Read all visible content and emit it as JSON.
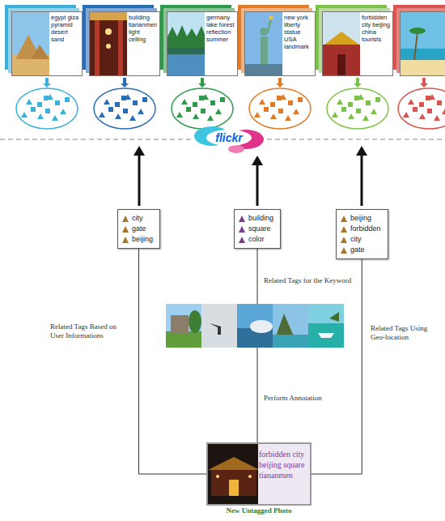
{
  "diagram": {
    "nodes": [
      {
        "text": [
          "egypt giza pyramid desert sand"
        ]
      },
      {
        "text": [
          "building tiananmen light ceiling"
        ]
      },
      {
        "text": [
          "germany lake forest reflection summer"
        ]
      },
      {
        "text": [
          "new york liberty statue USA landmark"
        ]
      },
      {
        "text": [
          "forbidden city beijing china tourists"
        ]
      },
      {
        "text": [
          "city",
          "gate",
          "beijing"
        ]
      },
      {
        "text": [
          "building",
          "square",
          "color"
        ]
      },
      {
        "text": [
          "beijing",
          "forbidden",
          "city",
          "gate"
        ]
      },
      {
        "text": [
          "forbidden city beijing square tiananmen",
          "New Untagged Photo"
        ]
      }
    ],
    "edges": [
      {
        "from": 8,
        "to": 5,
        "arrow": "none"
      },
      {
        "from": 8,
        "to": 6,
        "arrow": "none"
      },
      {
        "from": 8,
        "to": 7,
        "arrow": "none"
      }
    ],
    "labels": [
      "flickr",
      "Related Tags Based on User Informations",
      "Related Tags for the Keyword",
      "Perform Annotation",
      "Related Tags Using Geo-location"
    ]
  }
}
